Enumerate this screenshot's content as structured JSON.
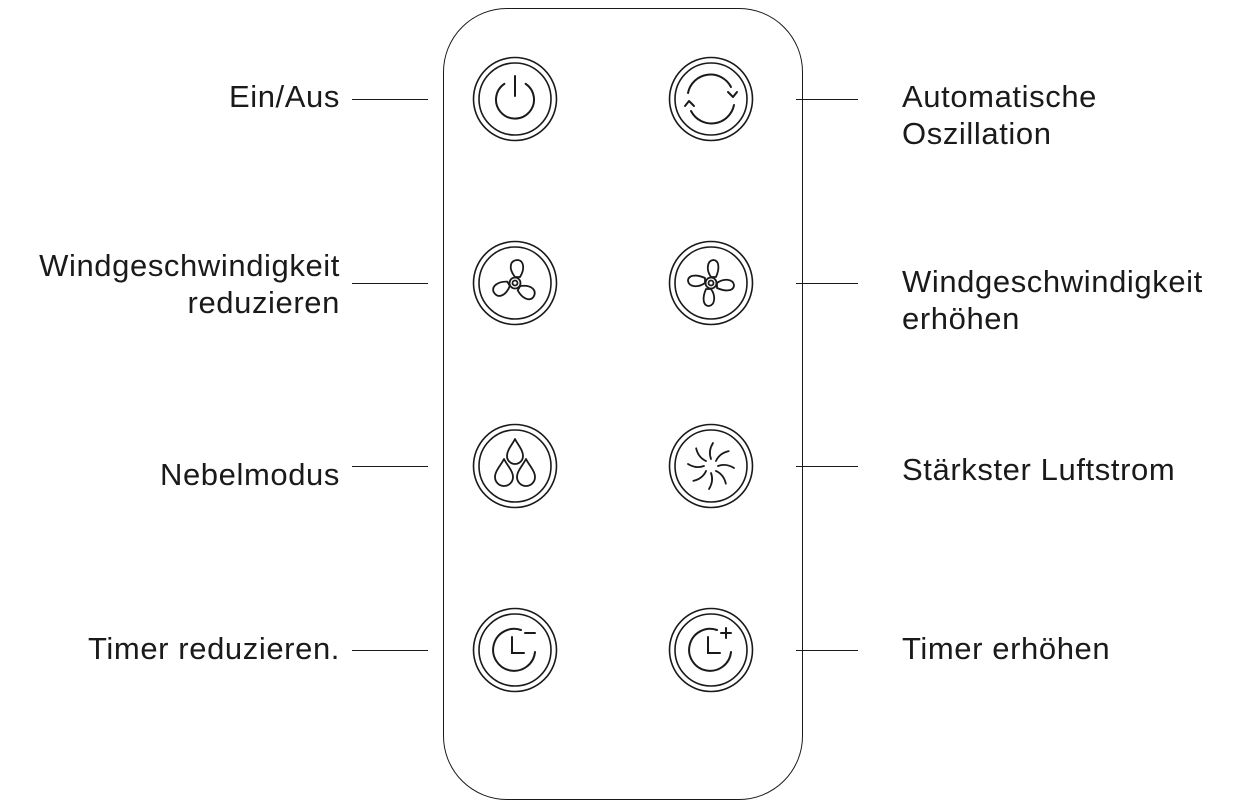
{
  "colors": {
    "line": "#1a1a1a",
    "background": "#ffffff"
  },
  "labels": {
    "power": {
      "lines": [
        "Ein/Aus"
      ],
      "icon": "power-icon"
    },
    "oscillation": {
      "lines": [
        "Automatische",
        "Oszillation"
      ],
      "icon": "oscillation-icon"
    },
    "speed_down": {
      "lines": [
        "Windgeschwindigkeit",
        "reduzieren"
      ],
      "icon": "fan-icon"
    },
    "speed_up": {
      "lines": [
        "Windgeschwindigkeit",
        "erhöhen"
      ],
      "icon": "fan-icon"
    },
    "mist": {
      "lines": [
        "Nebelmodus"
      ],
      "icon": "water-drops-icon"
    },
    "max_airflow": {
      "lines": [
        "Stärkster Luftstrom"
      ],
      "icon": "swirl-icon"
    },
    "timer_down": {
      "lines": [
        "Timer reduzieren."
      ],
      "icon": "timer-minus-icon"
    },
    "timer_up": {
      "lines": [
        "Timer erhöhen"
      ],
      "icon": "timer-plus-icon"
    }
  }
}
